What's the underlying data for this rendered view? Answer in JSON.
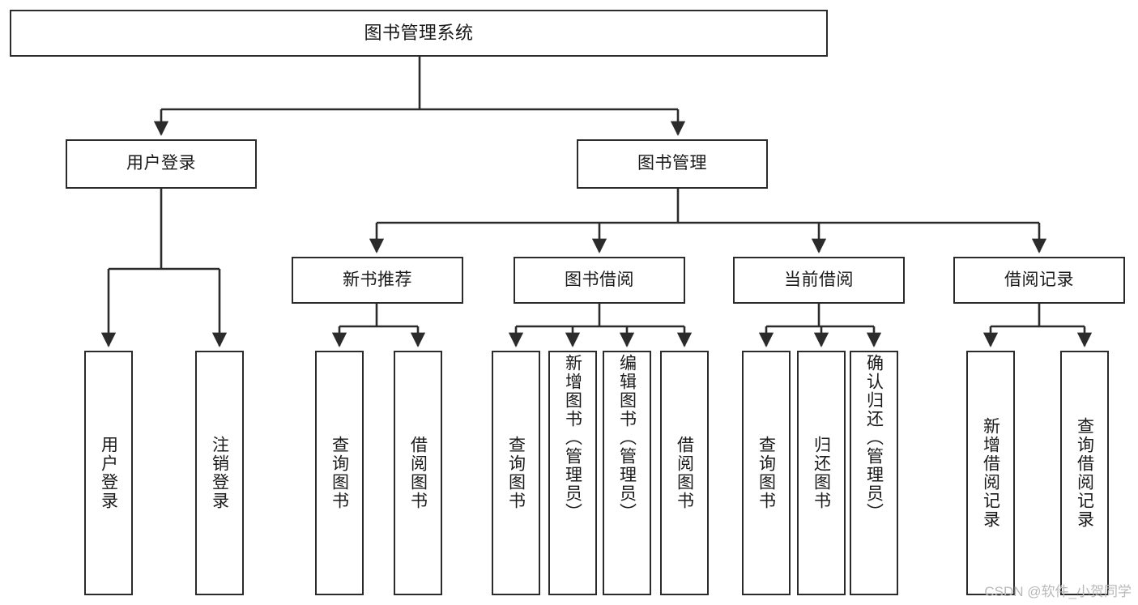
{
  "diagram": {
    "title": "图书管理系统",
    "type": "hierarchy-tree",
    "watermark": "CSDN @软件_小贺同学",
    "colors": {
      "box_border": "#2b2b2b",
      "box_fill": "#ffffff",
      "connector": "#2b2b2b",
      "text": "#1a1a1a",
      "watermark": "#b9b9b9",
      "background": "#ffffff"
    },
    "nodes": {
      "root": {
        "label": "图书管理系统"
      },
      "level2": [
        {
          "label": "用户登录"
        },
        {
          "label": "图书管理"
        }
      ],
      "level3": [
        {
          "label": "新书推荐"
        },
        {
          "label": "图书借阅"
        },
        {
          "label": "当前借阅"
        },
        {
          "label": "借阅记录"
        }
      ],
      "leaves": {
        "user_login": [
          {
            "label": "用户登录"
          },
          {
            "label": "注销登录"
          }
        ],
        "new_book_recommend": [
          {
            "label": "查询图书"
          },
          {
            "label": "借阅图书"
          }
        ],
        "book_borrow": [
          {
            "label": "查询图书"
          },
          {
            "label": "新增图书（管理员）"
          },
          {
            "label": "编辑图书（管理员）"
          },
          {
            "label": "借阅图书"
          }
        ],
        "current_borrow": [
          {
            "label": "查询图书"
          },
          {
            "label": "归还图书"
          },
          {
            "label": "确认归还（管理员）"
          }
        ],
        "borrow_record": [
          {
            "label": "新增借阅记录"
          },
          {
            "label": "查询借阅记录"
          }
        ]
      }
    }
  }
}
